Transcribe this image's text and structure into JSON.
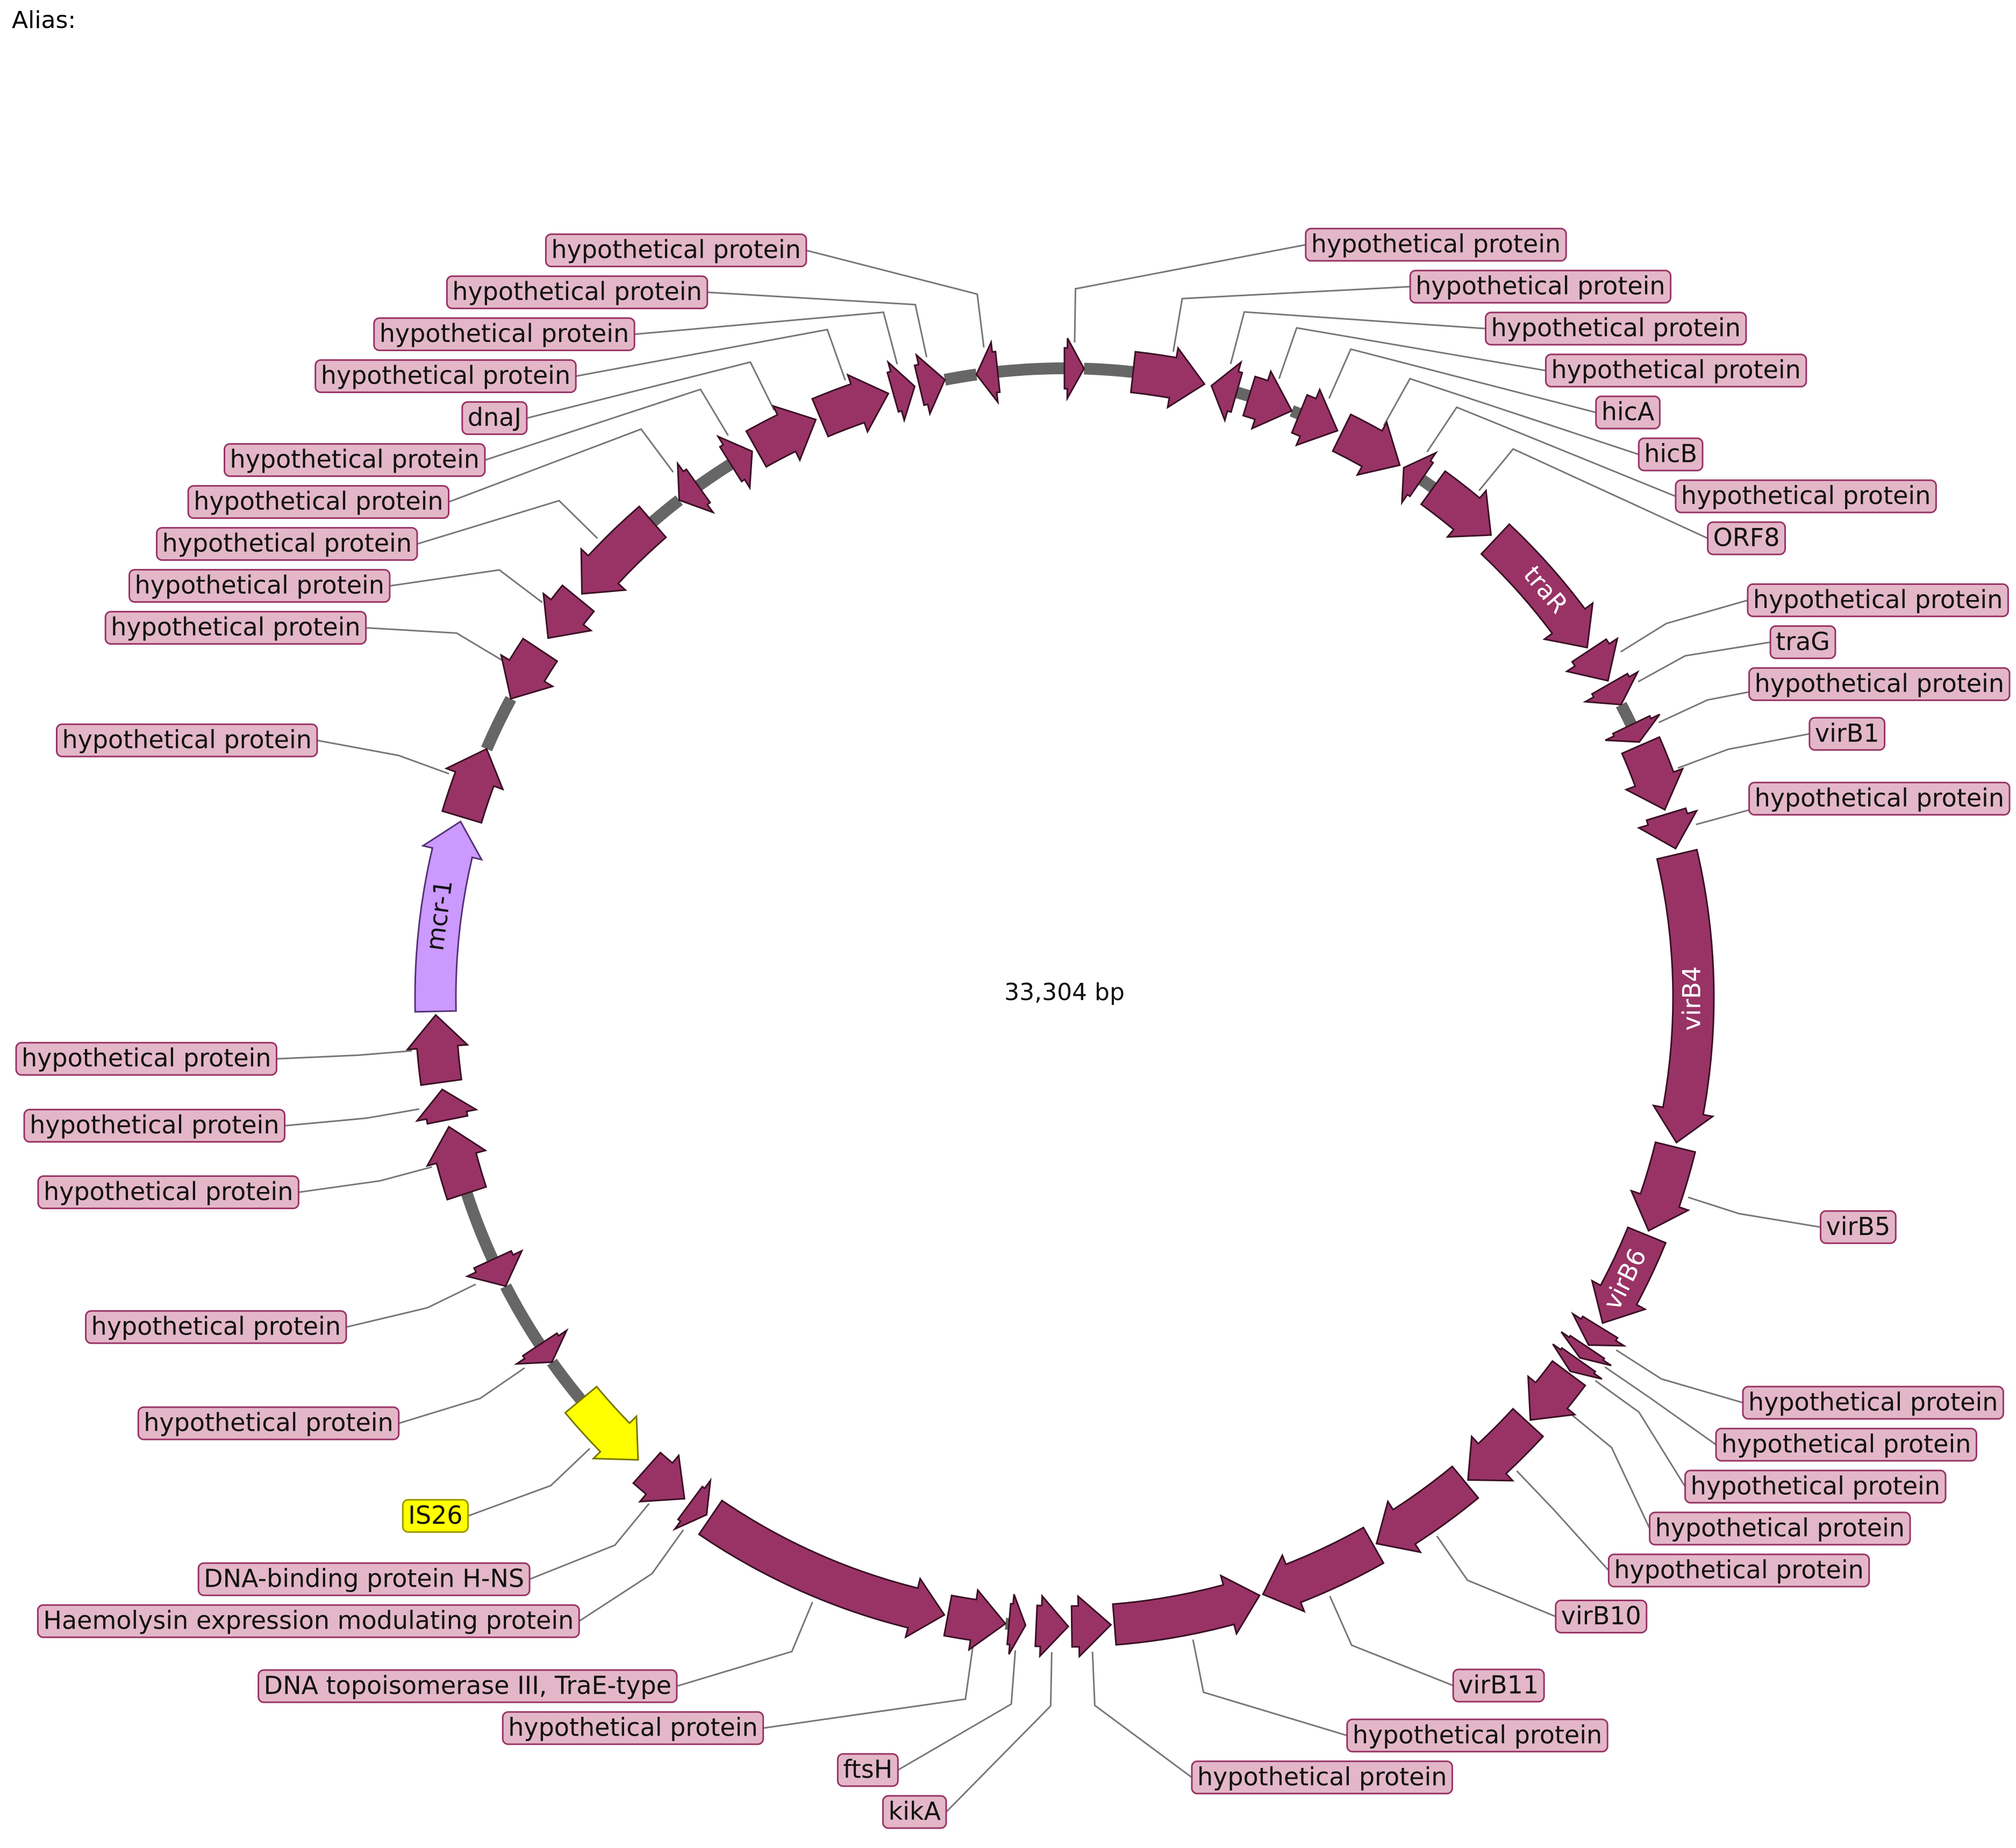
{
  "header": {
    "alias_label": "Alias:"
  },
  "plasmid": {
    "length_label": "33,304 bp",
    "length_bp": 33304
  },
  "colors": {
    "gene_fill": "#993366",
    "gene_stroke": "#3a1025",
    "label_fill": "#e3b7c8",
    "label_stroke": "#993366",
    "resistance_fill": "#cc99ff",
    "mobile_fill": "#ffff00",
    "backbone": "#666666",
    "leader": "#777777"
  },
  "genes": [
    {
      "name": "hypothetical protein",
      "start": 0,
      "end": 165,
      "strand": 1,
      "kind": "gene"
    },
    {
      "name": "hypothetical protein",
      "start": 580,
      "end": 1190,
      "strand": 1,
      "kind": "gene"
    },
    {
      "name": "hypothetical protein",
      "start": 1250,
      "end": 1470,
      "strand": -1,
      "kind": "gene"
    },
    {
      "name": "hypothetical protein",
      "start": 1580,
      "end": 1960,
      "strand": 1,
      "kind": "gene"
    },
    {
      "name": "hicA",
      "start": 2030,
      "end": 2380,
      "strand": 1,
      "kind": "gene"
    },
    {
      "name": "hicB",
      "start": 2420,
      "end": 2980,
      "strand": 1,
      "kind": "gene"
    },
    {
      "name": "hypothetical protein",
      "start": 3020,
      "end": 3200,
      "strand": -1,
      "kind": "gene"
    },
    {
      "name": "ORF8",
      "start": 3320,
      "end": 3950,
      "strand": 1,
      "kind": "gene"
    },
    {
      "name": "traR",
      "start": 4000,
      "end": 5200,
      "strand": 1,
      "kind": "gene",
      "label_inside": true
    },
    {
      "name": "hypothetical protein",
      "start": 5230,
      "end": 5530,
      "strand": 1,
      "kind": "gene"
    },
    {
      "name": "traG",
      "start": 5560,
      "end": 5760,
      "strand": 1,
      "kind": "gene"
    },
    {
      "name": "hypothetical protein",
      "start": 5950,
      "end": 6110,
      "strand": 1,
      "kind": "gene"
    },
    {
      "name": "virB1",
      "start": 6140,
      "end": 6720,
      "strand": 1,
      "kind": "gene"
    },
    {
      "name": "hypothetical protein",
      "start": 6760,
      "end": 7060,
      "strand": 1,
      "kind": "gene"
    },
    {
      "name": "virB4",
      "start": 7110,
      "end": 9560,
      "strand": 1,
      "kind": "gene",
      "label_inside": true
    },
    {
      "name": "virB5",
      "start": 9600,
      "end": 10340,
      "strand": 1,
      "kind": "gene"
    },
    {
      "name": "virB6",
      "start": 10380,
      "end": 11210,
      "strand": 1,
      "kind": "gene",
      "label_inside": true
    },
    {
      "name": "hypothetical protein",
      "start": 11250,
      "end": 11430,
      "strand": 1,
      "kind": "gene"
    },
    {
      "name": "hypothetical protein",
      "start": 11450,
      "end": 11560,
      "strand": 1,
      "kind": "gene"
    },
    {
      "name": "hypothetical protein",
      "start": 11580,
      "end": 11700,
      "strand": 1,
      "kind": "gene"
    },
    {
      "name": "hypothetical protein",
      "start": 11720,
      "end": 12230,
      "strand": 1,
      "kind": "gene"
    },
    {
      "name": "hypothetical protein",
      "start": 12260,
      "end": 12960,
      "strand": 1,
      "kind": "gene"
    },
    {
      "name": "virB10",
      "start": 12990,
      "end": 13900,
      "strand": 1,
      "kind": "gene"
    },
    {
      "name": "virB11",
      "start": 13930,
      "end": 14950,
      "strand": 1,
      "kind": "gene"
    },
    {
      "name": "hypothetical protein",
      "start": 14980,
      "end": 16230,
      "strand": -1,
      "kind": "gene"
    },
    {
      "name": "hypothetical protein",
      "start": 16260,
      "end": 16590,
      "strand": -1,
      "kind": "gene"
    },
    {
      "name": "kikA",
      "start": 16620,
      "end": 16890,
      "strand": -1,
      "kind": "gene"
    },
    {
      "name": "ftsH",
      "start": 16980,
      "end": 17120,
      "strand": -1,
      "kind": "gene"
    },
    {
      "name": "hypothetical protein",
      "start": 17150,
      "end": 17640,
      "strand": -1,
      "kind": "gene"
    },
    {
      "name": "DNA topoisomerase III, TraE-type",
      "start": 17670,
      "end": 19820,
      "strand": -1,
      "kind": "gene"
    },
    {
      "name": "Haemolysin expression modulating protein",
      "start": 19860,
      "end": 20030,
      "strand": -1,
      "kind": "gene"
    },
    {
      "name": "DNA-binding protein H-NS",
      "start": 20090,
      "end": 20500,
      "strand": -1,
      "kind": "gene"
    },
    {
      "name": "IS26",
      "start": 20600,
      "end": 21300,
      "strand": -1,
      "kind": "mobile"
    },
    {
      "name": "hypothetical protein",
      "start": 21700,
      "end": 21880,
      "strand": -1,
      "kind": "gene"
    },
    {
      "name": "hypothetical protein",
      "start": 22450,
      "end": 22700,
      "strand": -1,
      "kind": "gene"
    },
    {
      "name": "hypothetical protein",
      "start": 23300,
      "end": 23880,
      "strand": 1,
      "kind": "gene"
    },
    {
      "name": "hypothetical protein",
      "start": 23940,
      "end": 24200,
      "strand": 1,
      "kind": "gene"
    },
    {
      "name": "hypothetical protein",
      "start": 24260,
      "end": 24830,
      "strand": 1,
      "kind": "gene"
    },
    {
      "name": "mcr-1",
      "start": 24860,
      "end": 26480,
      "strand": 1,
      "kind": "resistance",
      "label_inside": true
    },
    {
      "name": "hypothetical protein",
      "start": 26520,
      "end": 27130,
      "strand": 1,
      "kind": "gene"
    },
    {
      "name": "hypothetical protein",
      "start": 27600,
      "end": 28080,
      "strand": -1,
      "kind": "gene"
    },
    {
      "name": "hypothetical protein",
      "start": 28200,
      "end": 28620,
      "strand": -1,
      "kind": "gene"
    },
    {
      "name": "hypothetical protein",
      "start": 28670,
      "end": 29520,
      "strand": -1,
      "kind": "gene"
    },
    {
      "name": "hypothetical protein",
      "start": 29810,
      "end": 30010,
      "strand": -1,
      "kind": "gene"
    },
    {
      "name": "hypothetical protein",
      "start": 30340,
      "end": 30550,
      "strand": 1,
      "kind": "gene"
    },
    {
      "name": "dnaJ",
      "start": 30590,
      "end": 31150,
      "strand": 1,
      "kind": "gene"
    },
    {
      "name": "hypothetical protein",
      "start": 31190,
      "end": 31800,
      "strand": 1,
      "kind": "gene"
    },
    {
      "name": "hypothetical protein",
      "start": 31840,
      "end": 32030,
      "strand": 1,
      "kind": "gene"
    },
    {
      "name": "hypothetical protein",
      "start": 32070,
      "end": 32290,
      "strand": 1,
      "kind": "gene"
    },
    {
      "name": "hypothetical protein",
      "start": 32560,
      "end": 32740,
      "strand": -1,
      "kind": "gene"
    }
  ],
  "backbone_gaps": [
    {
      "start": 165,
      "end": 580
    },
    {
      "start": 1470,
      "end": 1580
    },
    {
      "start": 1960,
      "end": 2030
    },
    {
      "start": 3200,
      "end": 3320
    },
    {
      "start": 5760,
      "end": 5950
    },
    {
      "start": 17120,
      "end": 17150
    },
    {
      "start": 21300,
      "end": 21700
    },
    {
      "start": 21880,
      "end": 22450
    },
    {
      "start": 22700,
      "end": 23300
    },
    {
      "start": 27130,
      "end": 27600
    },
    {
      "start": 29520,
      "end": 29810
    },
    {
      "start": 30010,
      "end": 30340
    },
    {
      "start": 32290,
      "end": 32560
    },
    {
      "start": 32740,
      "end": 33304
    }
  ]
}
